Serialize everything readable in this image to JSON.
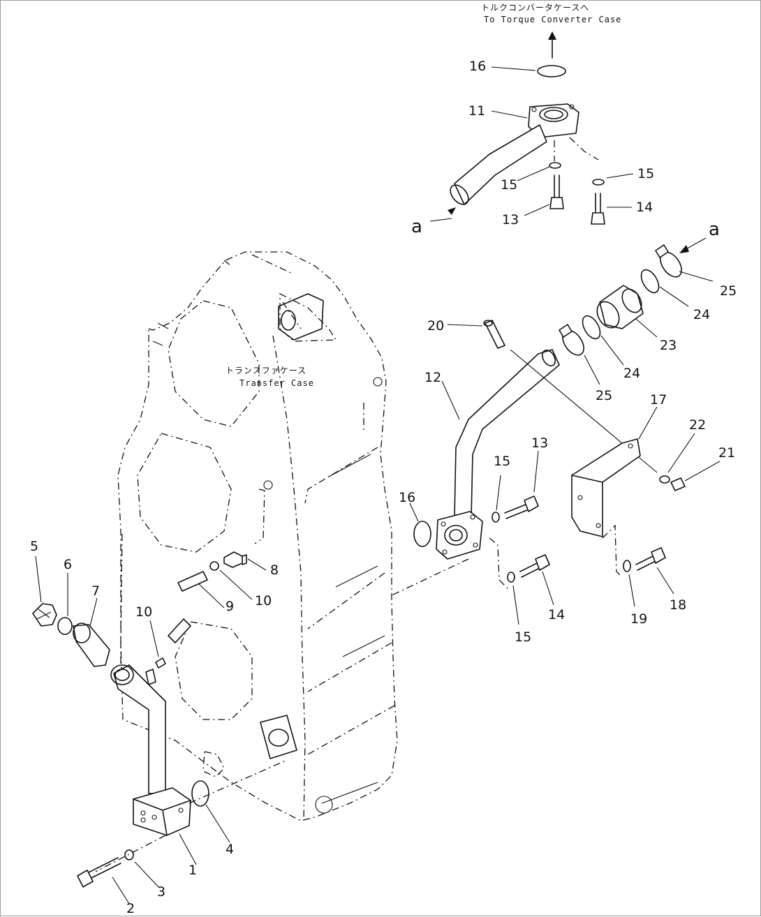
{
  "title_jp": "トルクコンバータケースへ",
  "title_en": "To Torque Converter Case",
  "case_label_jp": "トランスファケース",
  "case_label_en": "Transfer Case",
  "ref_letter": "a",
  "callouts": {
    "c1": "1",
    "c2": "2",
    "c3": "3",
    "c4": "4",
    "c5": "5",
    "c6": "6",
    "c7": "7",
    "c8": "8",
    "c9": "9",
    "c10": "10",
    "c11": "11",
    "c12": "12",
    "c13": "13",
    "c14": "14",
    "c15": "15",
    "c16": "16",
    "c17": "17",
    "c18": "18",
    "c19": "19",
    "c20": "20",
    "c21": "21",
    "c22": "22",
    "c23": "23",
    "c24": "24",
    "c25": "25"
  }
}
